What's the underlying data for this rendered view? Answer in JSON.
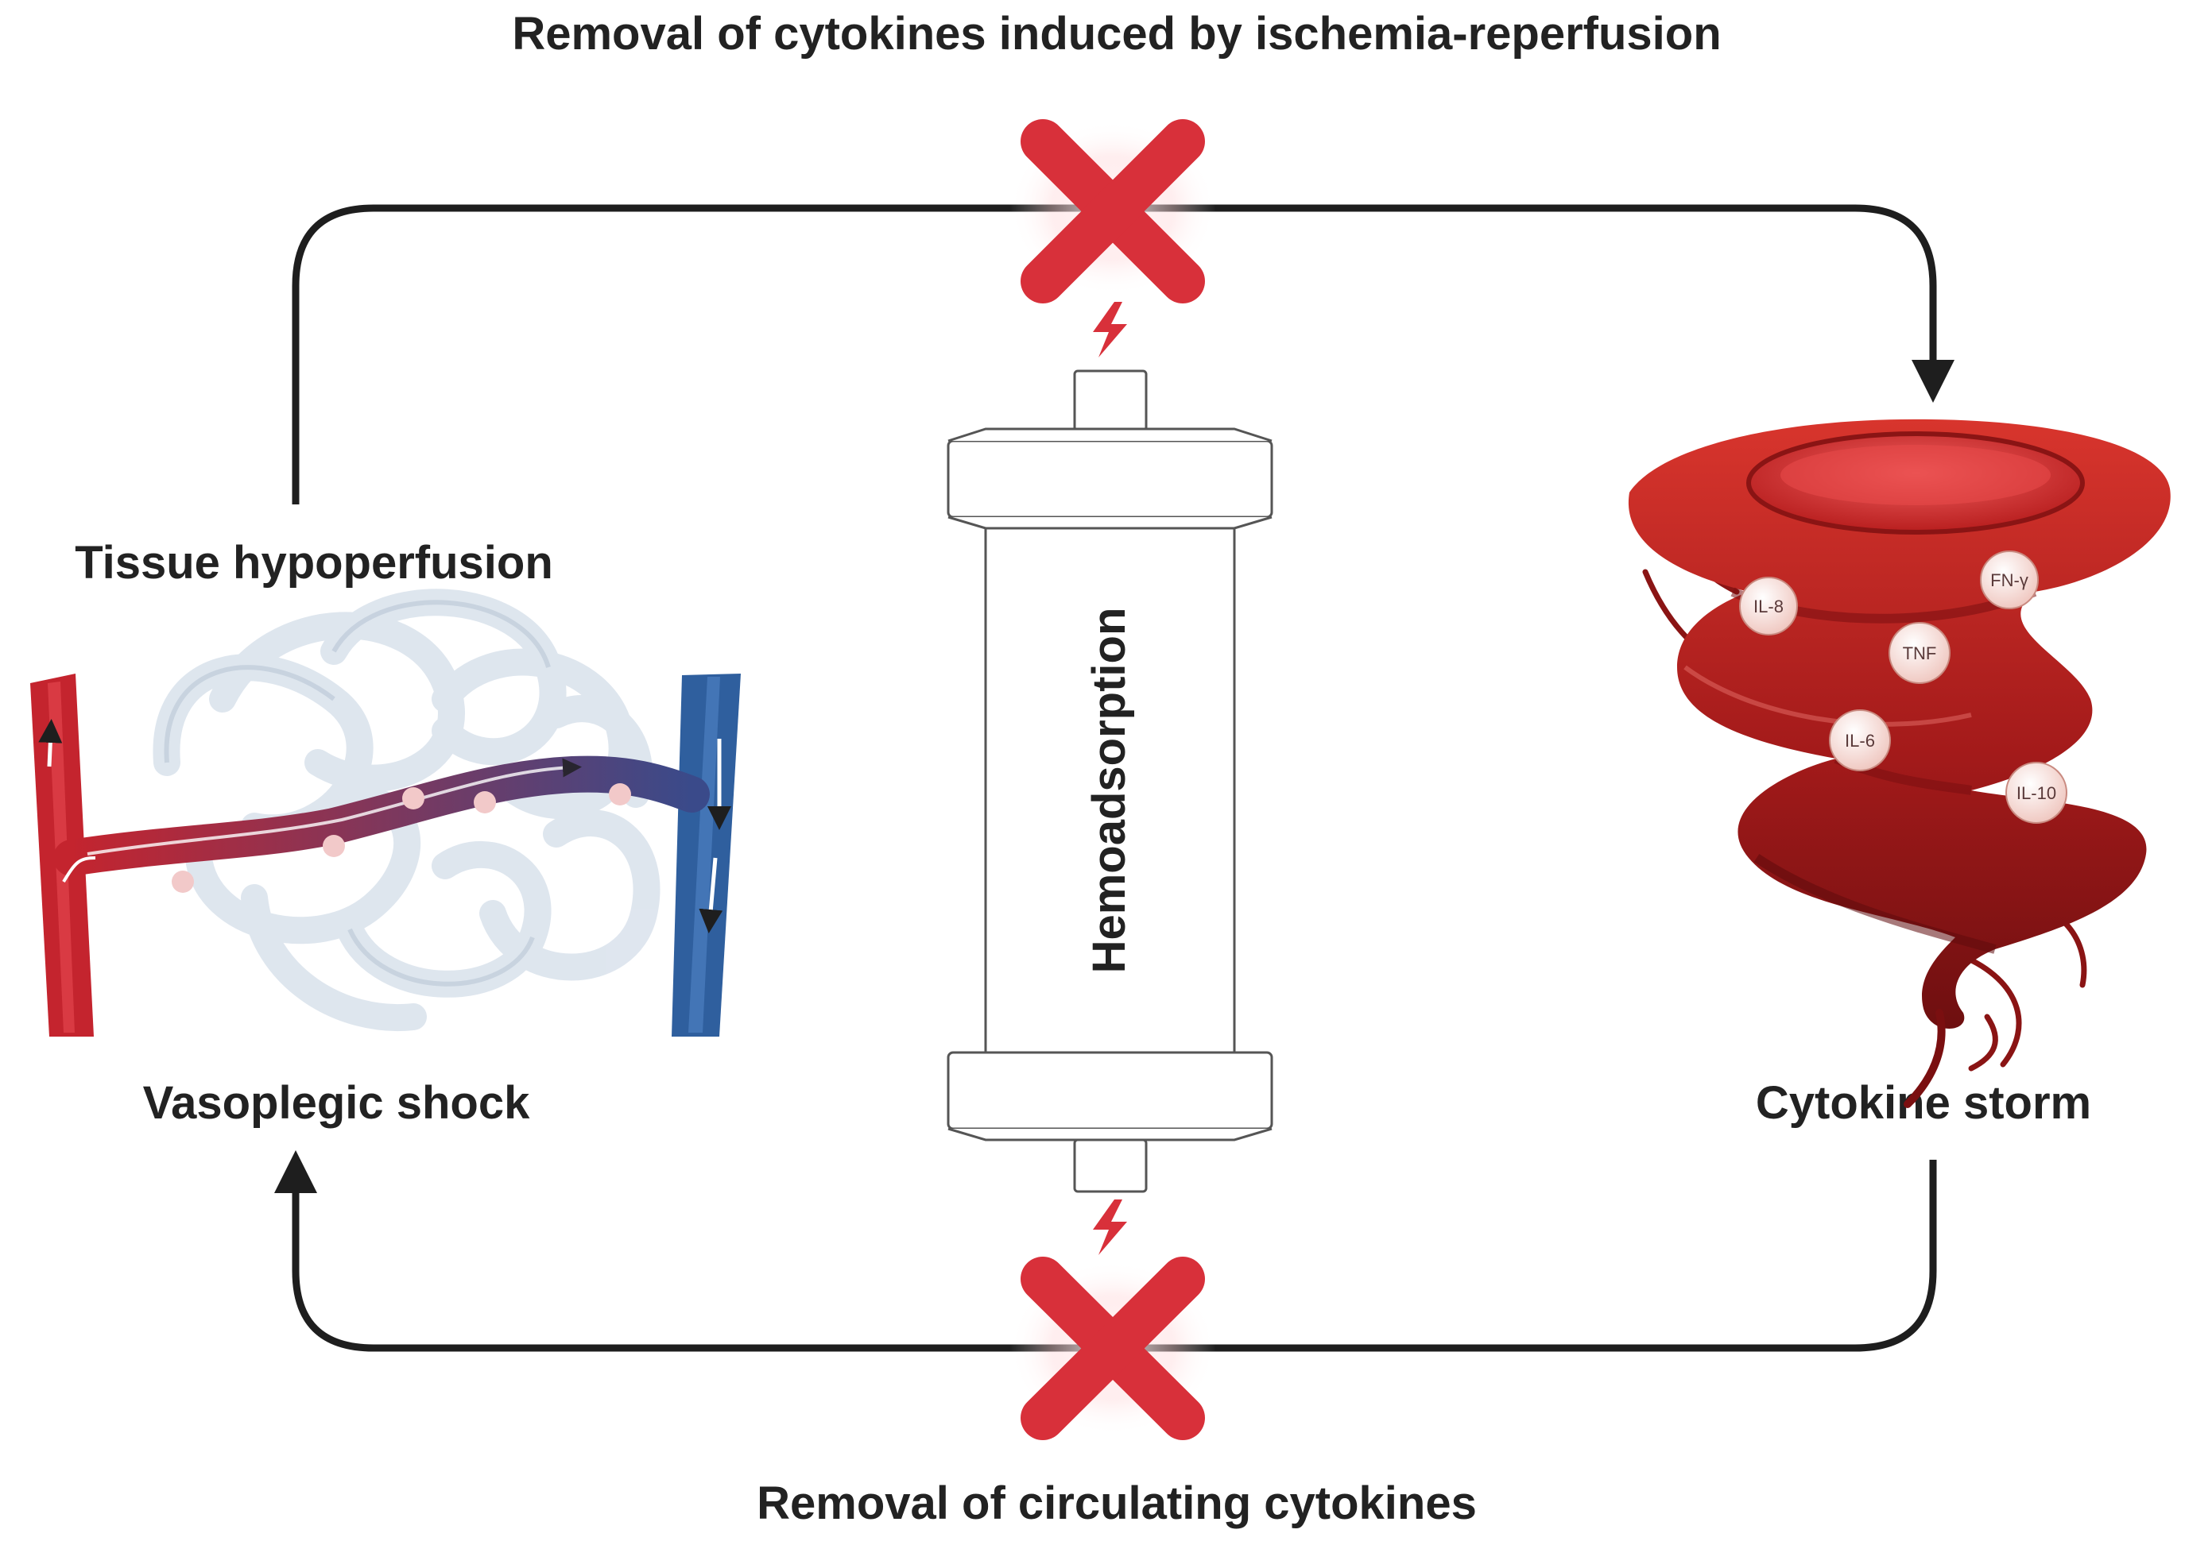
{
  "labels": {
    "top": "Removal of cytokines induced by ischemia-reperfusion",
    "bottom": "Removal of circulating cytokines",
    "tissue": "Tissue hypoperfusion",
    "vasoplegic": "Vasoplegic shock",
    "storm": "Cytokine storm",
    "device": "Hemoadsorption"
  },
  "cytokines": [
    "IL-8",
    "FN-γ",
    "TNF",
    "IL-6",
    "IL-10"
  ],
  "icons": {
    "cross": "red-x-icon",
    "bolt": "lightning-icon",
    "vessels": "blood-vessels-illustration",
    "tornado": "tornado-illustration",
    "cartridge": "hemoadsorption-cartridge"
  },
  "colors": {
    "cross": "#d8303a",
    "artery": "#c4242e",
    "vein": "#2f5f9e",
    "capillary": "#dde5ee",
    "tornado": "#a31a1a",
    "arrow": "#1e1e1e"
  }
}
